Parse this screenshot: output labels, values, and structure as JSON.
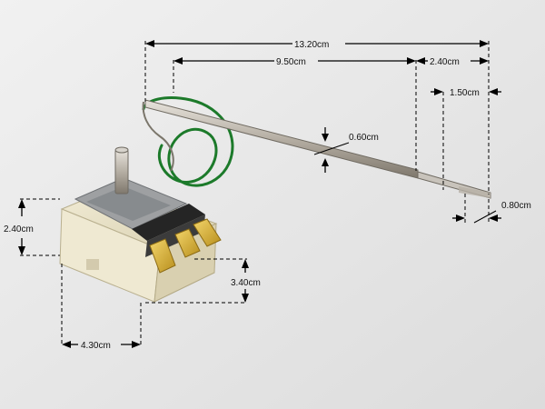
{
  "dimensions": {
    "overall_length": "13.20cm",
    "probe_length": "9.50cm",
    "tip_length": "2.40cm",
    "tip_offset": "1.50cm",
    "probe_diameter": "0.60cm",
    "tip_diameter": "0.80cm",
    "body_height": "2.40cm",
    "terminal_height": "3.40cm",
    "body_width": "4.30cm"
  },
  "colors": {
    "background": "#e9e9e9",
    "capillary_wire": "#1c7a2a",
    "probe_metal": "#b9b3aa",
    "body_ceramic": "#e8e2c8",
    "terminals": "#d8b83a"
  },
  "icons": [
    "thermostat-photo",
    "dimension-arrow"
  ]
}
